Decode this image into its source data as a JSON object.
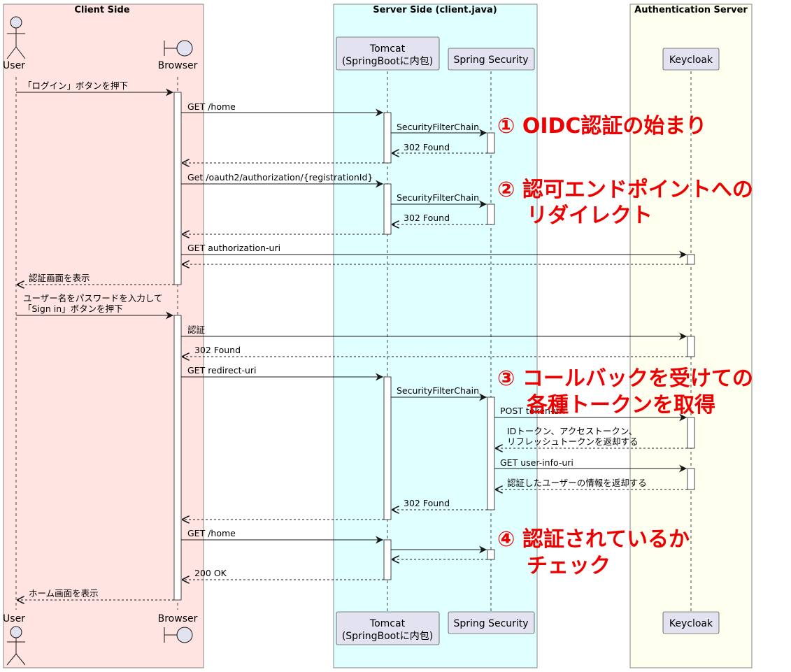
{
  "boxes": {
    "client": "Client Side",
    "server": "Server Side (client.java)",
    "auth": "Authentication Server"
  },
  "participants": {
    "user": "User",
    "browser": "Browser",
    "tomcat_line1": "Tomcat",
    "tomcat_line2": "(SpringBootに内包)",
    "spring": "Spring Security",
    "keycloak": "Keycloak"
  },
  "messages": {
    "m1": "「ログイン」ボタンを押下",
    "m2": "GET /home",
    "m3": "SecurityFilterChain",
    "m4": "302 Found",
    "m5": "Get /oauth2/authorization/{registrationId}",
    "m6": "SecurityFilterChain",
    "m7": "302 Found",
    "m8": "GET  authorization-uri",
    "m9": "認証画面を表示",
    "m10a": "ユーザー名をパスワードを入力して",
    "m10b": "「Sign in」ボタンを押下",
    "m11": "認証",
    "m12": "302 Found",
    "m13": "GET redirect-uri",
    "m14": "SecurityFilterChain",
    "m15": "POST token-uri",
    "m16a": "IDトークン、アクセストークン、",
    "m16b": "リフレッシュトークンを返却する",
    "m17": "GET user-info-uri",
    "m18": "認証したユーザーの情報を返却する",
    "m19": "302 Found",
    "m20": "GET /home",
    "m21": "200 OK",
    "m22": "ホーム画面を表示"
  },
  "annotations": {
    "a1": "① OIDC認証の始まり",
    "a2_line1": "② 認可エンドポイントへの",
    "a2_line2": "リダイレクト",
    "a3_line1": "③ コールバックを受けての",
    "a3_line2": "各種トークンを取得",
    "a4_line1": "④ 認証されているか",
    "a4_line2": "チェック"
  },
  "colors": {
    "client_box": "#FFE4E1",
    "server_box": "#E0FFFF",
    "auth_box": "#FFFFF0",
    "participant": "#E2E2F0",
    "annotation": "#EE0000"
  },
  "icons": {
    "user": "actor-icon",
    "browser": "boundary-icon"
  }
}
